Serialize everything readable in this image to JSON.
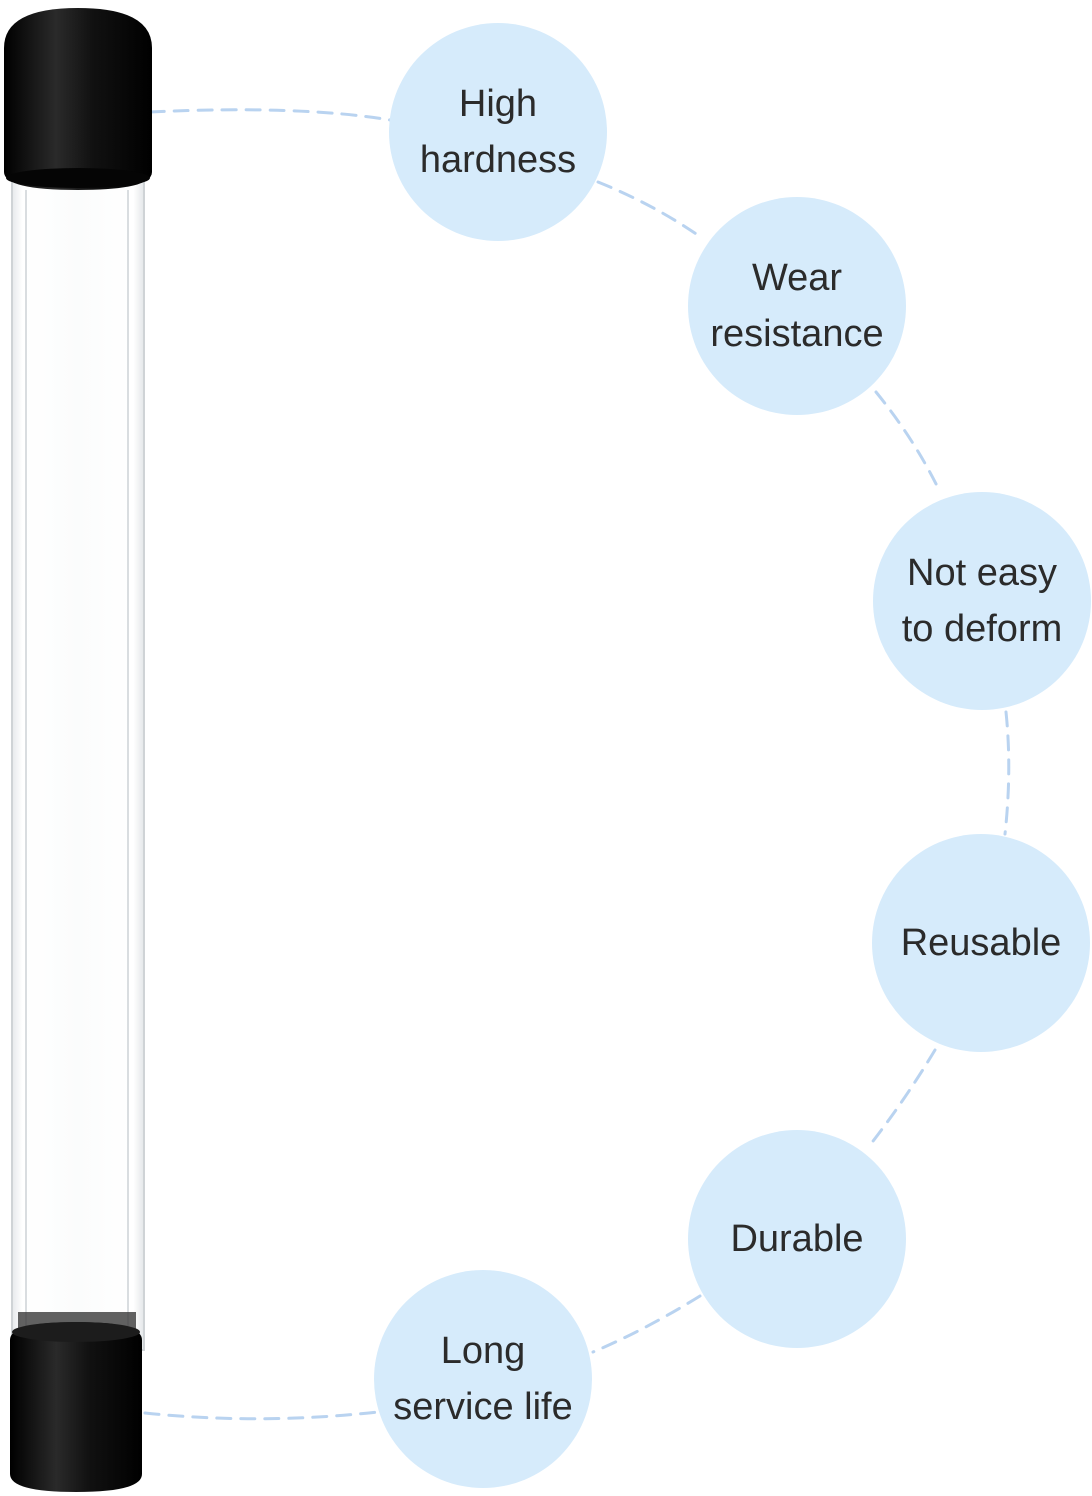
{
  "colors": {
    "bubble_fill": "#d6ebfb",
    "dash_line": "#b9d3f0",
    "cap": "#111111",
    "tube_edge": "#cfd3d6",
    "text": "#2b2b2b"
  },
  "features": [
    {
      "id": "hardness",
      "label": "High\nhardness"
    },
    {
      "id": "wear",
      "label": "Wear\nresistance"
    },
    {
      "id": "deform",
      "label": "Not easy\nto deform"
    },
    {
      "id": "reusable",
      "label": "Reusable"
    },
    {
      "id": "durable",
      "label": "Durable"
    },
    {
      "id": "life",
      "label": "Long\nservice life"
    }
  ]
}
